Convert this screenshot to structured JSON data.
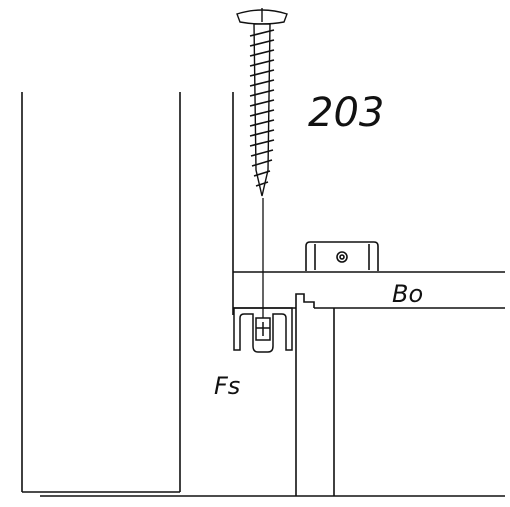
{
  "labels": {
    "part_number": "203",
    "board": "Bo",
    "fastener": "Fs"
  },
  "colors": {
    "line": "#111111",
    "background": "#ffffff"
  },
  "icons": {
    "screw": "screw-icon",
    "bracket": "bracket-icon"
  }
}
